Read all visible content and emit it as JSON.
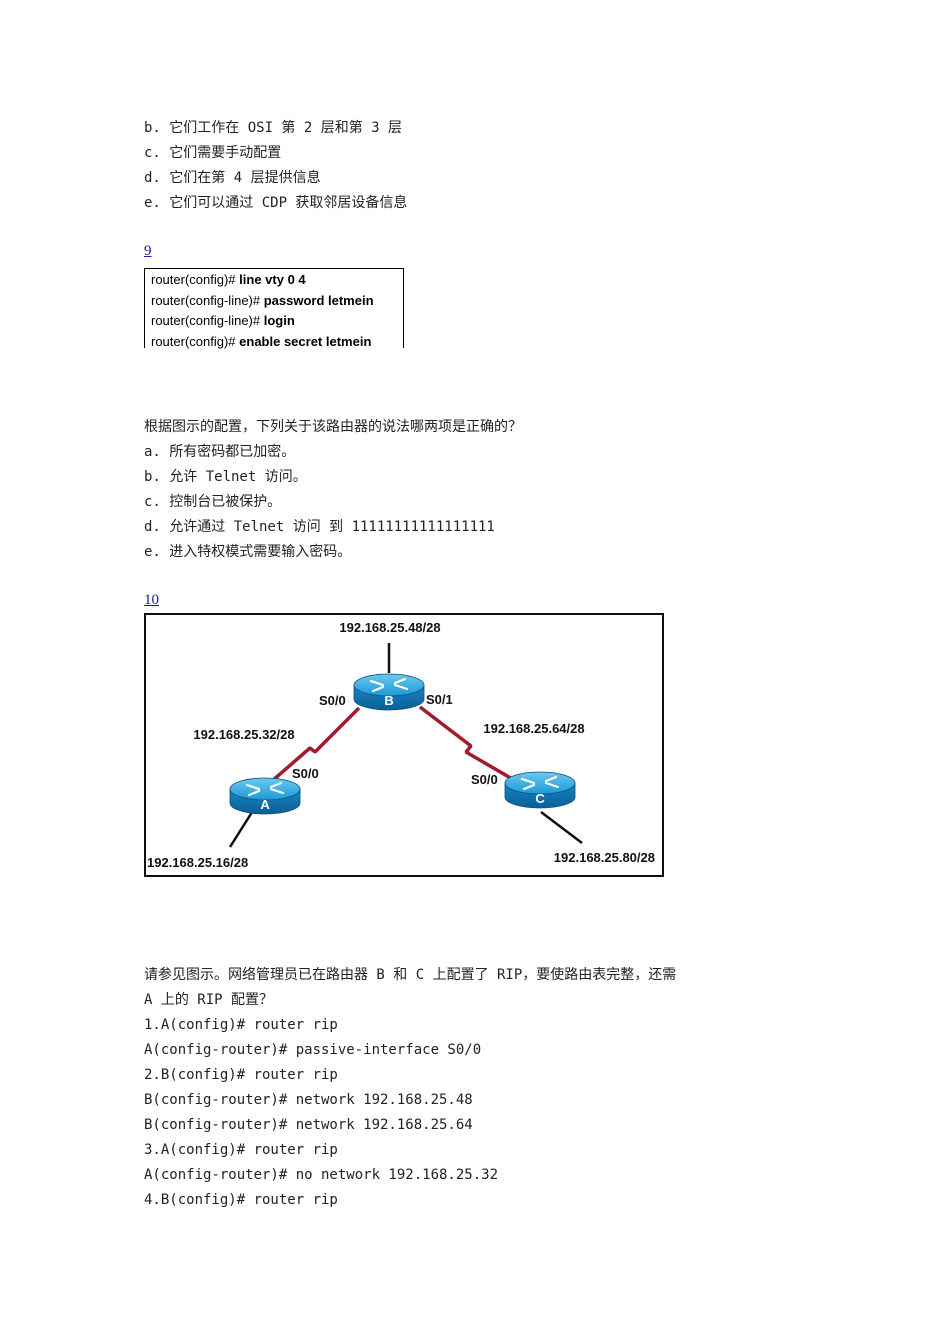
{
  "q8_options": [
    {
      "letter": "b",
      "text": "b. 它们工作在 OSI 第 2 层和第 3 层"
    },
    {
      "letter": "c",
      "text": "c. 它们需要手动配置"
    },
    {
      "letter": "d",
      "text": "d. 它们在第 4 层提供信息"
    },
    {
      "letter": "e",
      "text": "e. 它们可以通过 CDP 获取邻居设备信息"
    }
  ],
  "q9": {
    "number": "9",
    "config_lines": [
      {
        "prompt": "router(config)# ",
        "cmd": "line vty 0 4"
      },
      {
        "prompt": "router(config-line)# ",
        "cmd": "password letmein"
      },
      {
        "prompt": "router(config-line)# ",
        "cmd": "login"
      },
      {
        "prompt": "router(config)# ",
        "cmd": "enable secret letmein"
      }
    ],
    "question": "根据图示的配置，下列关于该路由器的说法哪两项是正确的？",
    "options": [
      {
        "letter": "a",
        "text": "a. 所有密码都已加密。"
      },
      {
        "letter": "b",
        "text": "b. 允许 Telnet 访问。"
      },
      {
        "letter": "c",
        "text": "c. 控制台已被保护。"
      },
      {
        "letter": "d",
        "text": "d. 允许通过 Telnet 访问 到 11111111111111111"
      },
      {
        "letter": "e",
        "text": "e. 进入特权模式需要输入密码。"
      }
    ]
  },
  "q10": {
    "number": "10",
    "diagram": {
      "routers": [
        {
          "id": "B",
          "label": "B"
        },
        {
          "id": "A",
          "label": "A"
        },
        {
          "id": "C",
          "label": "C"
        }
      ],
      "networks": {
        "top": "192.168.25.48/28",
        "ab": "192.168.25.32/28",
        "bc": "192.168.25.64/28",
        "a_lan": "192.168.25.16/28",
        "c_lan": "192.168.25.80/28"
      },
      "interfaces": {
        "b_s00": "S0/0",
        "b_s01": "S0/1",
        "a_s00": "S0/0",
        "c_s00": "S0/0"
      },
      "colors": {
        "serial_link": "#a01c2c",
        "router_body": "#1a9ad6",
        "router_dark": "#0a5f96"
      }
    },
    "question_lines": [
      "请参见图示。网络管理员已在路由器 B 和 C 上配置了 RIP，要使路由表完整，还需",
      "A 上的 RIP 配置？"
    ],
    "answer_lines": [
      "1.A(config)# router rip",
      "A(config-router)# passive-interface S0/0",
      "2.B(config)# router rip",
      "B(config-router)# network 192.168.25.48",
      "B(config-router)# network 192.168.25.64",
      "3.A(config)# router rip",
      "A(config-router)# no network 192.168.25.32",
      "4.B(config)# router rip"
    ]
  }
}
